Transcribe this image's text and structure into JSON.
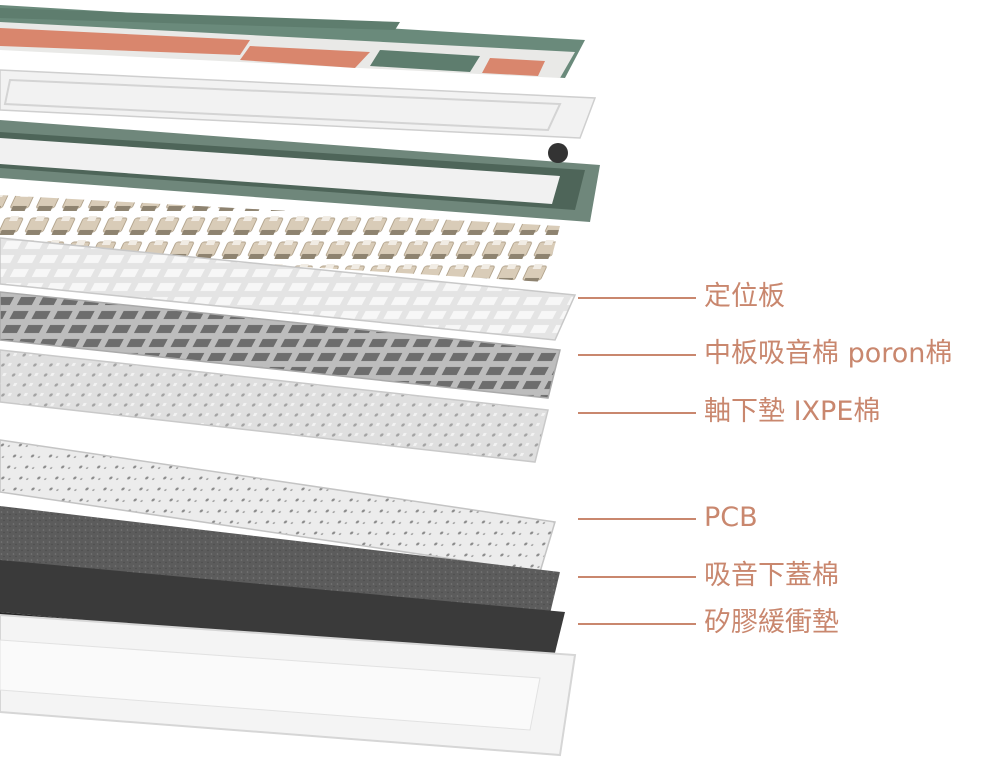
{
  "colors": {
    "accent": "#c9876e",
    "keycap_green": "#5e7d6e",
    "keycap_orange": "#d9866d",
    "keycap_white": "#f4f4f2",
    "frame_green": "#6f877b",
    "switch_beige": "#d8cbb8",
    "foam_dark": "#5a5a5a",
    "silicone_dark": "#3c3c3c"
  },
  "callouts": [
    {
      "id": "positioning-plate",
      "label": "定位板"
    },
    {
      "id": "middle-foam",
      "label": "中板吸音棉 poron棉"
    },
    {
      "id": "switch-pad",
      "label": "軸下墊 IXPE棉"
    },
    {
      "id": "pcb",
      "label": "PCB"
    },
    {
      "id": "bottom-foam",
      "label": "吸音下蓋棉"
    },
    {
      "id": "silicone-pad",
      "label": "矽膠緩衝墊"
    }
  ]
}
